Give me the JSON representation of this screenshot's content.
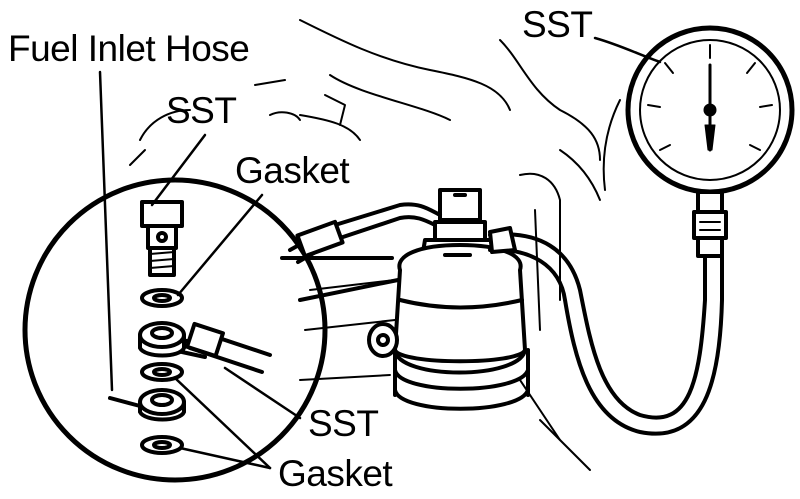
{
  "labels": {
    "fuel_inlet_hose": "Fuel Inlet Hose",
    "sst_top_left": "SST",
    "gasket_upper": "Gasket",
    "sst_gauge": "SST",
    "sst_bottom": "SST",
    "gasket_lower": "Gasket"
  },
  "colors": {
    "ink": "#000000",
    "paper": "#ffffff"
  }
}
